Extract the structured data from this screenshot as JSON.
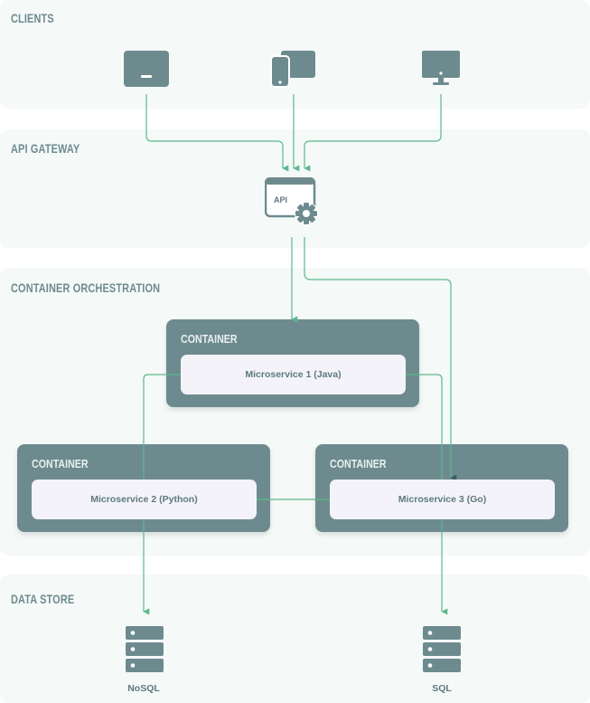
{
  "layers": {
    "clients": "CLIENTS",
    "api_gateway": "API GATEWAY",
    "orchestration": "CONTAINER ORCHESTRATION",
    "data_store": "DATA STORE"
  },
  "gateway_icon_text": "API",
  "containers": [
    {
      "label": "CONTAINER",
      "service": "Microservice 1 (Java)"
    },
    {
      "label": "CONTAINER",
      "service": "Microservice 2 (Python)"
    },
    {
      "label": "CONTAINER",
      "service": "Microservice 3 (Go)"
    }
  ],
  "stores": {
    "nosql": "NoSQL",
    "sql": "SQL"
  },
  "colors": {
    "band_bg": "#f5f9f8",
    "slate": "#6d8b8f",
    "connector": "#5cb88a",
    "service_bg": "#f4f3fa"
  },
  "icons": {
    "client_1": "terminal-window-icon",
    "client_2": "mobile-tablet-icon",
    "client_3": "desktop-monitor-icon",
    "gateway": "api-gear-icon",
    "nosql": "database-server-icon",
    "sql": "database-server-icon"
  }
}
